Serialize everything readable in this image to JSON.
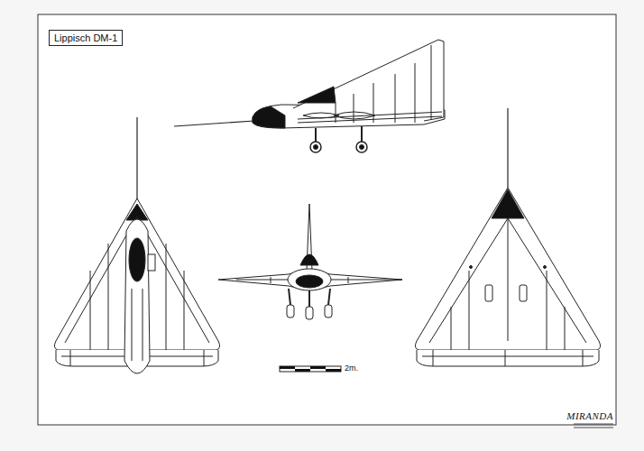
{
  "diagram": {
    "title": "Lippisch DM-1",
    "labels": [
      "2m.",
      "MIRANDA"
    ]
  }
}
